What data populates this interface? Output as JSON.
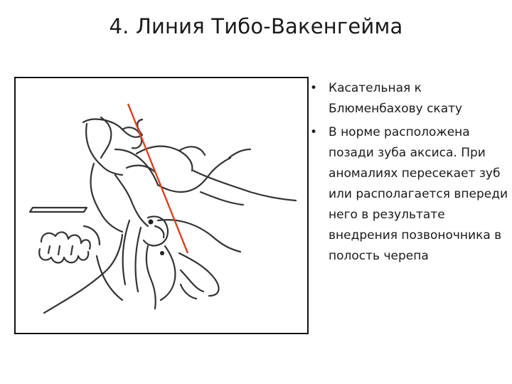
{
  "slide": {
    "title": "4. Линия Тибо-Вакенгейма",
    "bullets": [
      "Касательная к Блюменбахову скату",
      "В норме расположена позади зуба аксиса. При аномалиях пересекает зуб или располагается впереди него в результате внедрения позвоночника в полость черепа"
    ],
    "bullet_glyph": "•"
  },
  "figure": {
    "kind": "skull-base line drawing",
    "line_color": "#e04020",
    "stroke_color": "#333333"
  }
}
